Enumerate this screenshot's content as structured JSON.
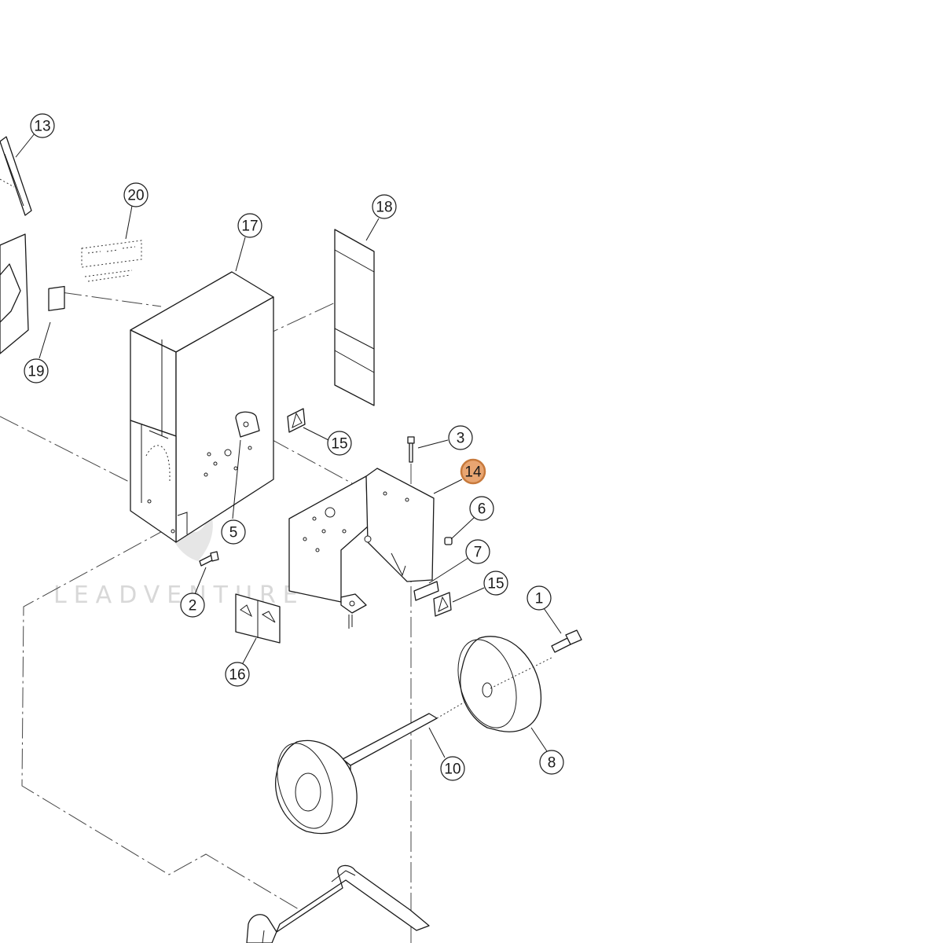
{
  "watermark": {
    "text": "LEADVENTURE"
  },
  "highlight_color": "#e8a571",
  "callouts": [
    {
      "label": "1"
    },
    {
      "label": "2"
    },
    {
      "label": "3"
    },
    {
      "label": "5"
    },
    {
      "label": "6"
    },
    {
      "label": "7"
    },
    {
      "label": "8"
    },
    {
      "label": "10"
    },
    {
      "label": "13"
    },
    {
      "label": "14",
      "highlighted": true
    },
    {
      "label": "15"
    },
    {
      "label": "15"
    },
    {
      "label": "16"
    },
    {
      "label": "17"
    },
    {
      "label": "18"
    },
    {
      "label": "19"
    },
    {
      "label": "20"
    }
  ]
}
